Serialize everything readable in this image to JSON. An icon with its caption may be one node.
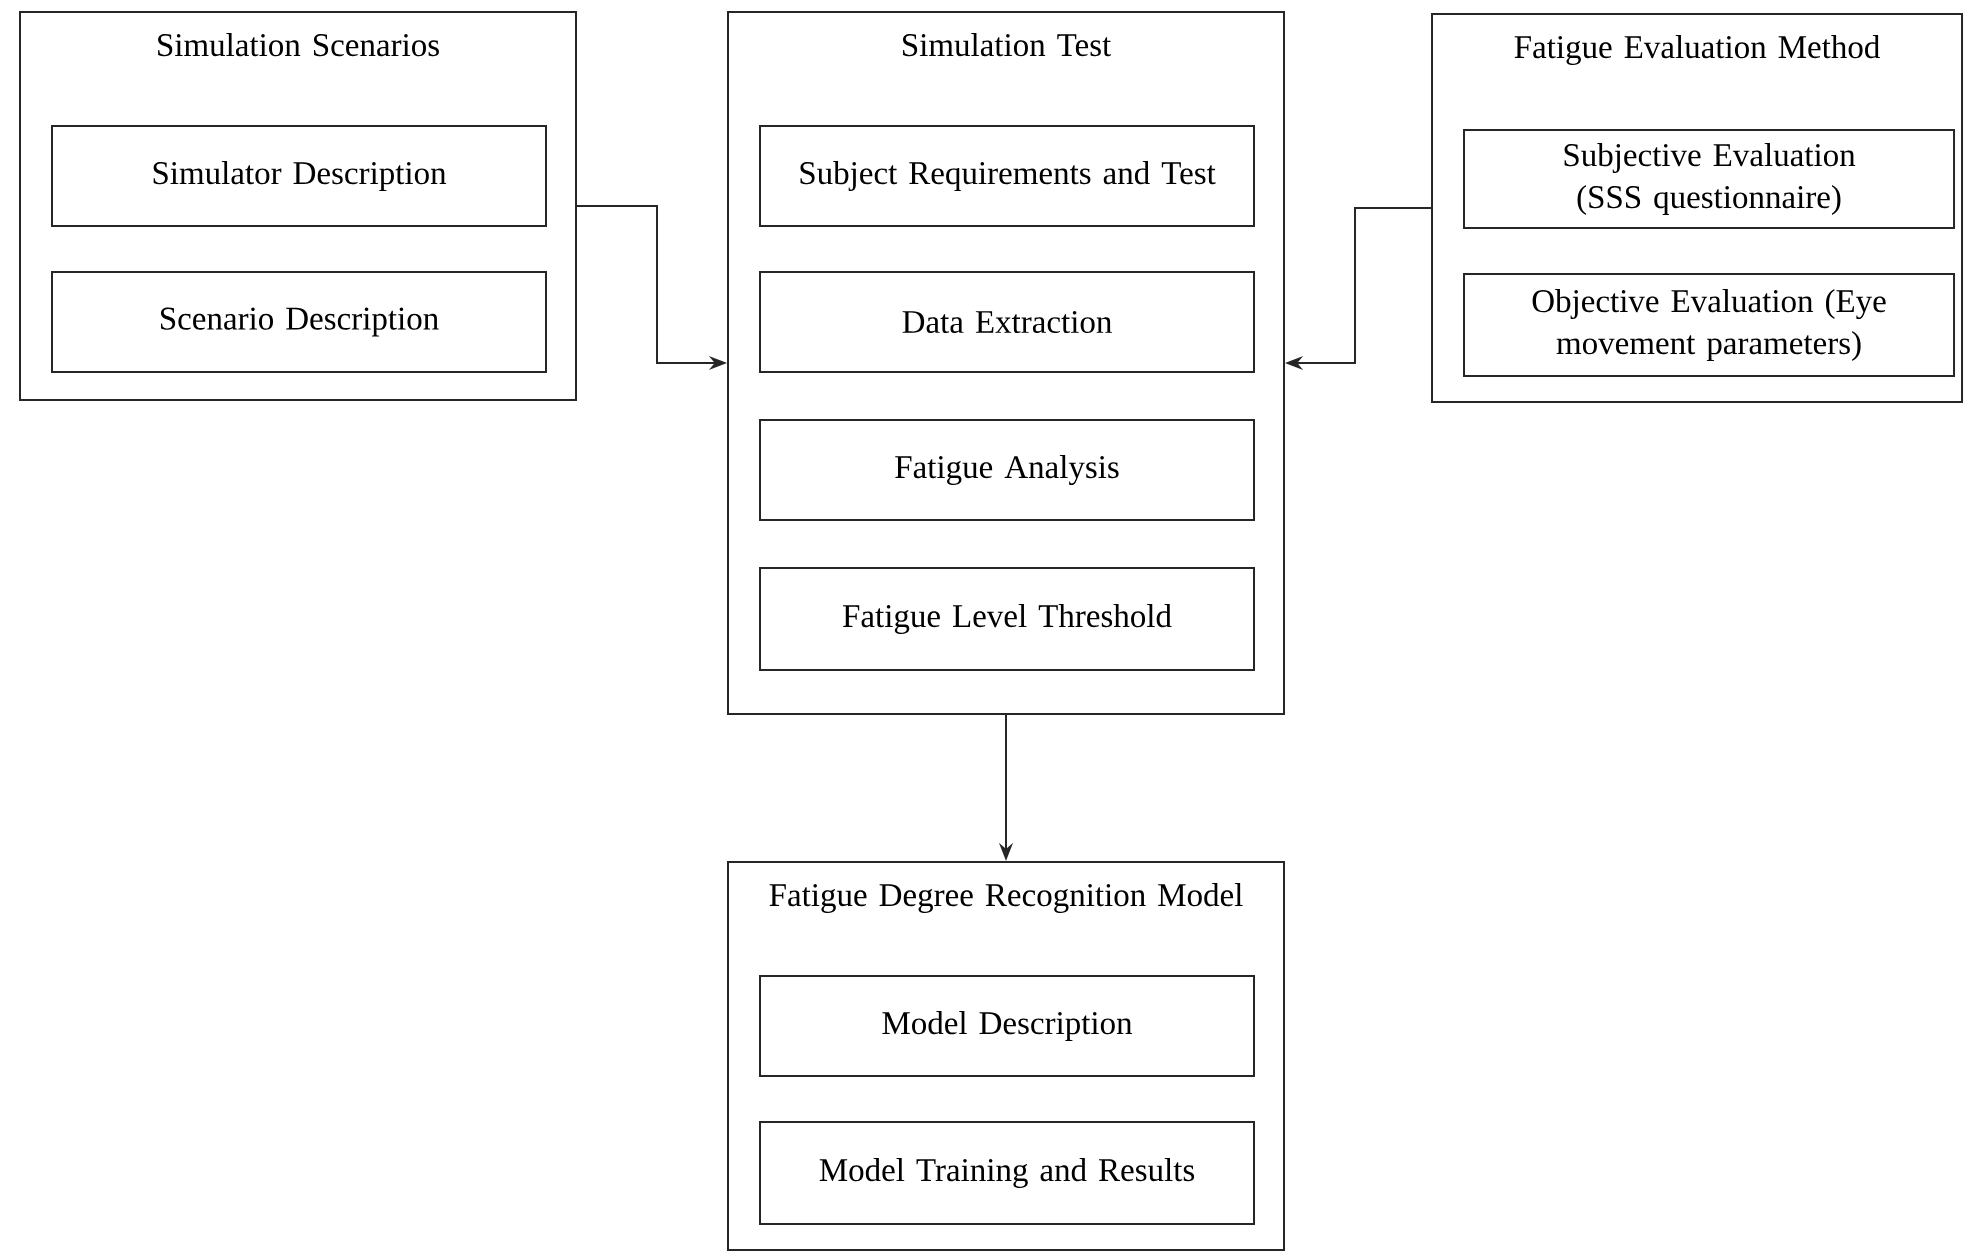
{
  "diagram": {
    "nodes": [
      {
        "text": [
          "Simulation Scenarios"
        ]
      },
      {
        "text": [
          "Simulator Description"
        ],
        "in": 0
      },
      {
        "text": [
          "Scenario Description"
        ],
        "in": 0
      },
      {
        "text": [
          "Simulation Test"
        ]
      },
      {
        "text": [
          "Subject Requirements and Test"
        ],
        "in": 3
      },
      {
        "text": [
          "Data Extraction"
        ],
        "in": 3
      },
      {
        "text": [
          "Fatigue Analysis"
        ],
        "in": 3
      },
      {
        "text": [
          "Fatigue Level Threshold"
        ],
        "in": 3
      },
      {
        "text": [
          "Fatigue Evaluation Method"
        ]
      },
      {
        "text": [
          "Subjective Evaluation (SSS questionnaire)"
        ],
        "in": 8
      },
      {
        "text": [
          "Objective Evaluation (Eye movement parameters)"
        ],
        "in": 8
      },
      {
        "text": [
          "Fatigue Degree Recognition Model"
        ]
      },
      {
        "text": [
          "Model Description"
        ],
        "in": 11
      },
      {
        "text": [
          "Model Training and Results"
        ],
        "in": 11
      }
    ],
    "edges": [
      {
        "from": 0,
        "to": 3,
        "arrow": "to"
      },
      {
        "from": 8,
        "to": 3,
        "arrow": "to"
      },
      {
        "from": 3,
        "to": 11,
        "arrow": "to"
      }
    ]
  }
}
